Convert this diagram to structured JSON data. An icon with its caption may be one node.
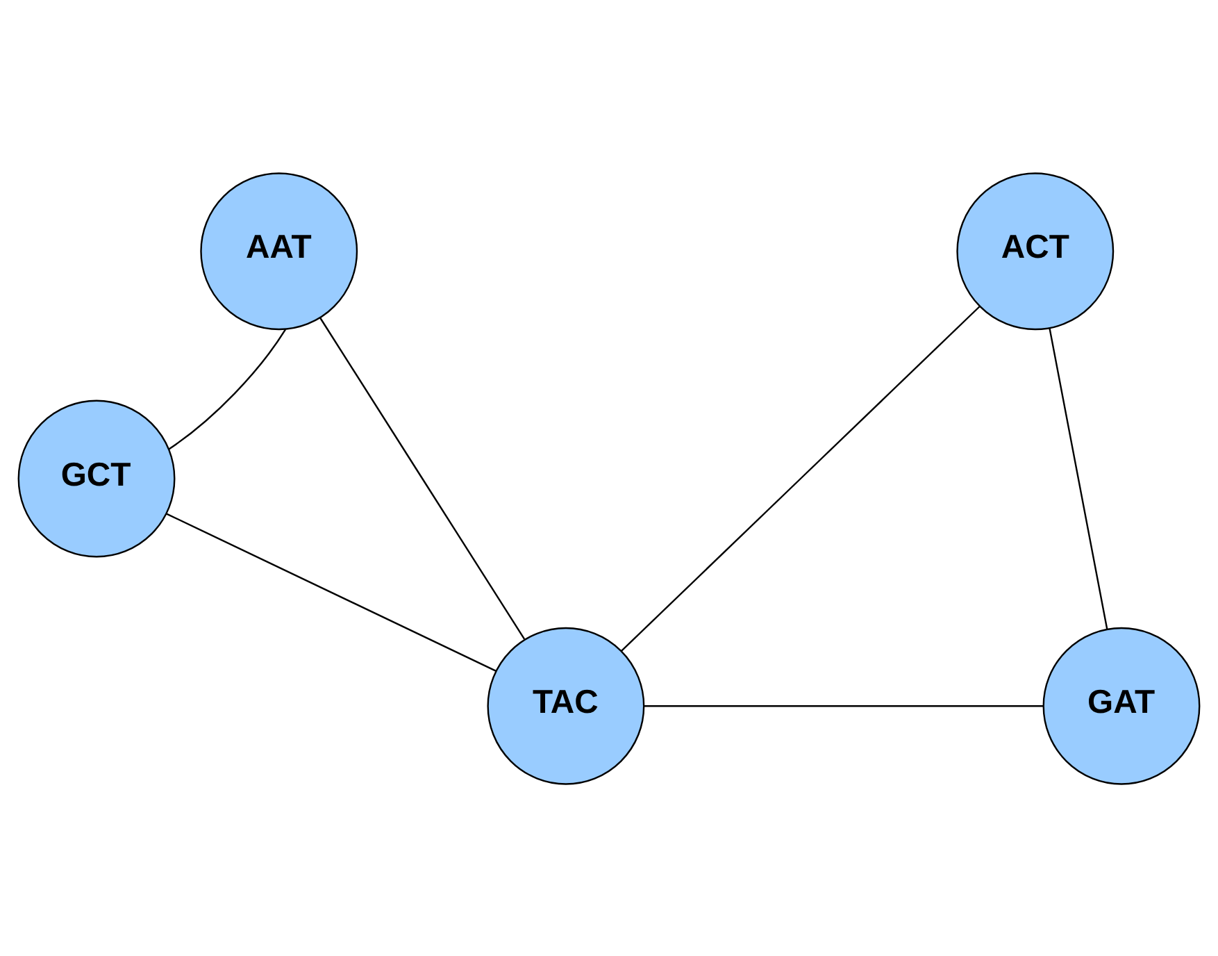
{
  "diagram": {
    "nodes": [
      {
        "text": [
          "ACT"
        ]
      },
      {
        "text": [
          "AAT"
        ]
      },
      {
        "text": [
          "GCT"
        ]
      },
      {
        "text": [
          "TAC"
        ]
      },
      {
        "text": [
          "GAT"
        ]
      }
    ],
    "edges": [
      {
        "from": 0,
        "to": 3,
        "arrow": "none"
      },
      {
        "from": 0,
        "to": 4,
        "arrow": "none"
      },
      {
        "from": 1,
        "to": 3,
        "arrow": "none"
      },
      {
        "from": 1,
        "to": 2,
        "arrow": "none"
      },
      {
        "from": 2,
        "to": 3,
        "arrow": "none"
      },
      {
        "from": 3,
        "to": 4,
        "arrow": "none"
      }
    ]
  }
}
